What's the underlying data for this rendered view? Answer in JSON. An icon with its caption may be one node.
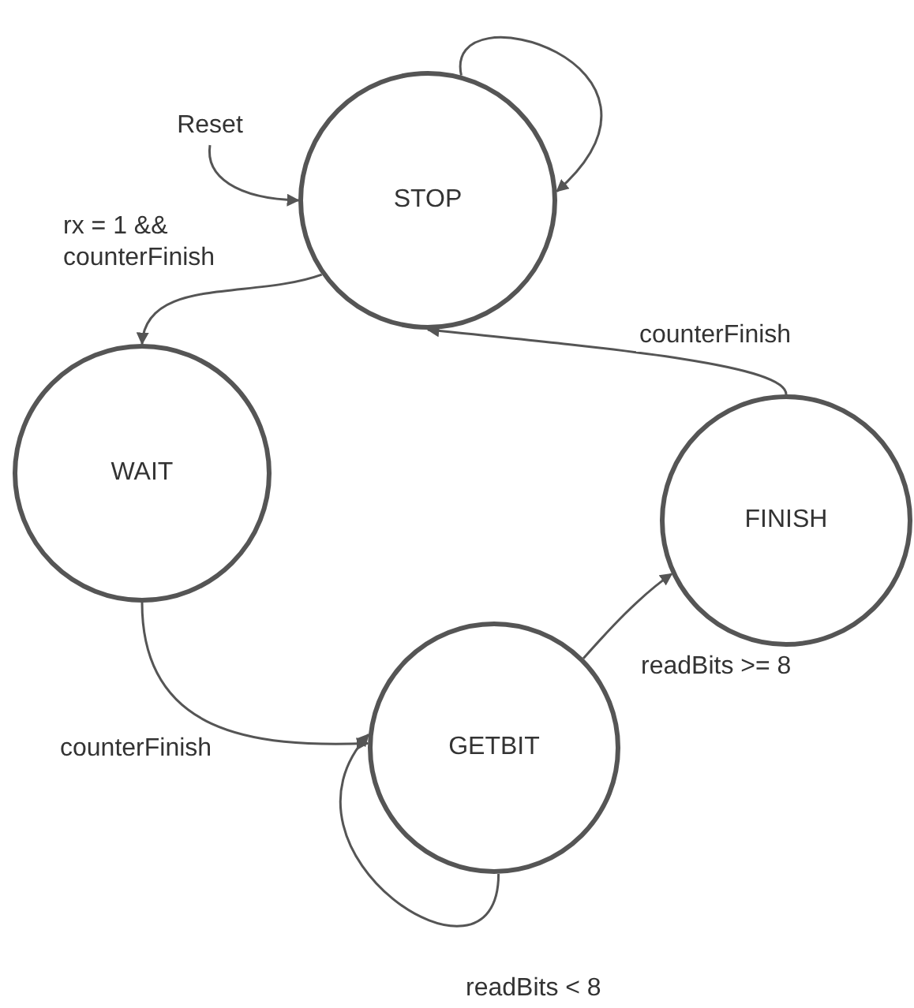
{
  "diagram": {
    "nodes": [
      {
        "text": [
          "Reset"
        ]
      },
      {
        "text": [
          "STOP"
        ]
      },
      {
        "text": [
          "WAIT"
        ]
      },
      {
        "text": [
          "GETBIT"
        ]
      },
      {
        "text": [
          "FINISH"
        ]
      }
    ],
    "edges": [
      {
        "from": 0,
        "to": 1,
        "arrow": "to"
      },
      {
        "from": 1,
        "to": 1,
        "arrow": "to"
      },
      {
        "from": 1,
        "to": 2,
        "arrow": "to",
        "label": "rx = 1 && counterFinish"
      },
      {
        "from": 2,
        "to": 3,
        "arrow": "to",
        "label": "counterFinish"
      },
      {
        "from": 3,
        "to": 3,
        "arrow": "to",
        "label": "readBits < 8"
      },
      {
        "from": 3,
        "to": 4,
        "arrow": "to",
        "label": "readBits >= 8"
      },
      {
        "from": 4,
        "to": 1,
        "arrow": "to",
        "label": "counterFinish"
      }
    ]
  }
}
